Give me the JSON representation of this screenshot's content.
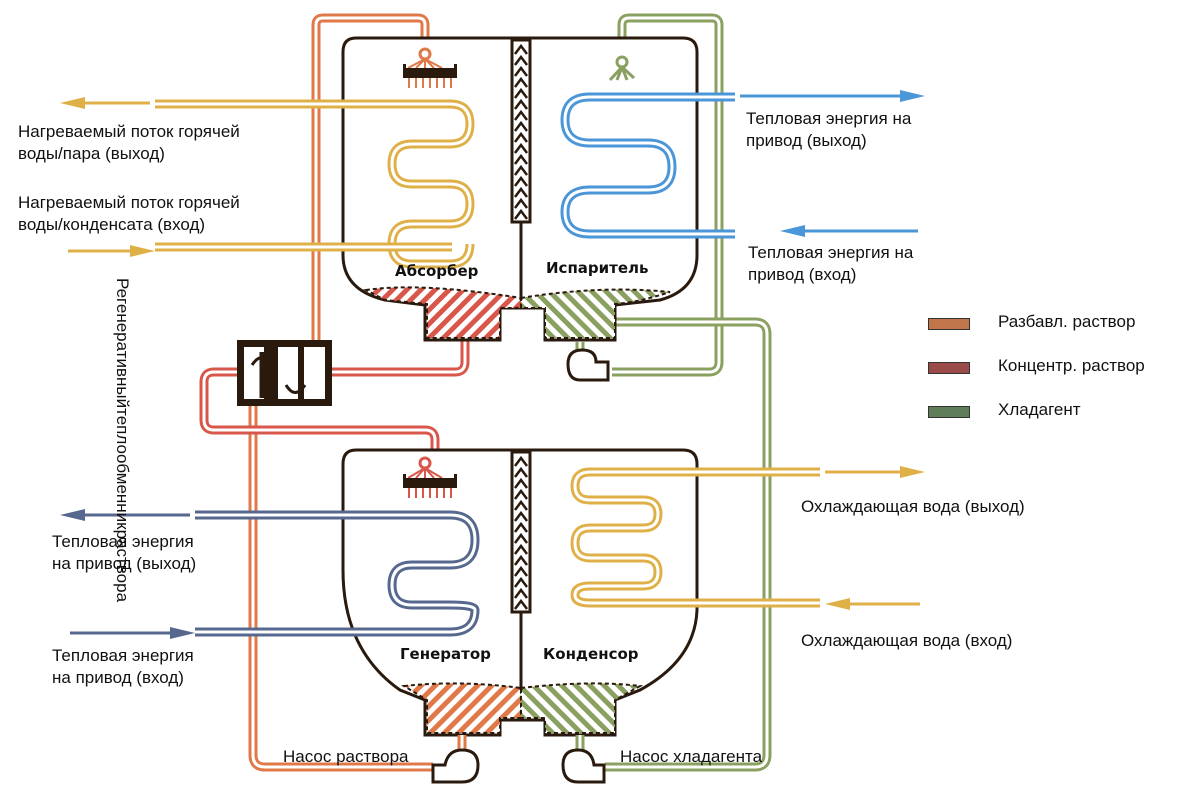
{
  "vessels": {
    "absorber": "Абсорбер",
    "evaporator": "Испаритель",
    "generator": "Генератор",
    "condenser": "Конденсор"
  },
  "labels": {
    "hot_out": [
      "Нагреваемый поток горячей",
      "воды/пара (выход)"
    ],
    "hot_in": [
      "Нагреваемый поток горячей",
      "воды/конденсата (вход)"
    ],
    "evap_out": [
      "Тепловая энергия на",
      "привод (выход)"
    ],
    "evap_in": [
      "Тепловая энергия на",
      "привод (вход)"
    ],
    "gen_out": [
      "Тепловая энергия",
      "на привод (выход)"
    ],
    "gen_in": [
      "Тепловая энергия",
      "на привод (вход)"
    ],
    "cool_out": "Охлаждающая вода (выход)",
    "cool_in": "Охлаждающая вода (вход)",
    "heat_exchanger": [
      "Регенеративный",
      "теплообменник",
      "раствора"
    ],
    "solution_pump": "Насос раствора",
    "refrigerant_pump": "Насос хладагента"
  },
  "legend": [
    {
      "label": "Разбавл. раствор",
      "color": "#c0754a"
    },
    {
      "label": "Концентр. раствор",
      "color": "#9a4a48"
    },
    {
      "label": "Хладагент",
      "color": "#5e7d58"
    }
  ],
  "colors": {
    "dilute": "#e07848",
    "concentrated": "#d9564a",
    "refrigerant": "#8aa060",
    "hot_water": "#e0b048",
    "chilled": "#4a96d8",
    "drive": "#56688e",
    "shell": "#2a1a0e"
  }
}
